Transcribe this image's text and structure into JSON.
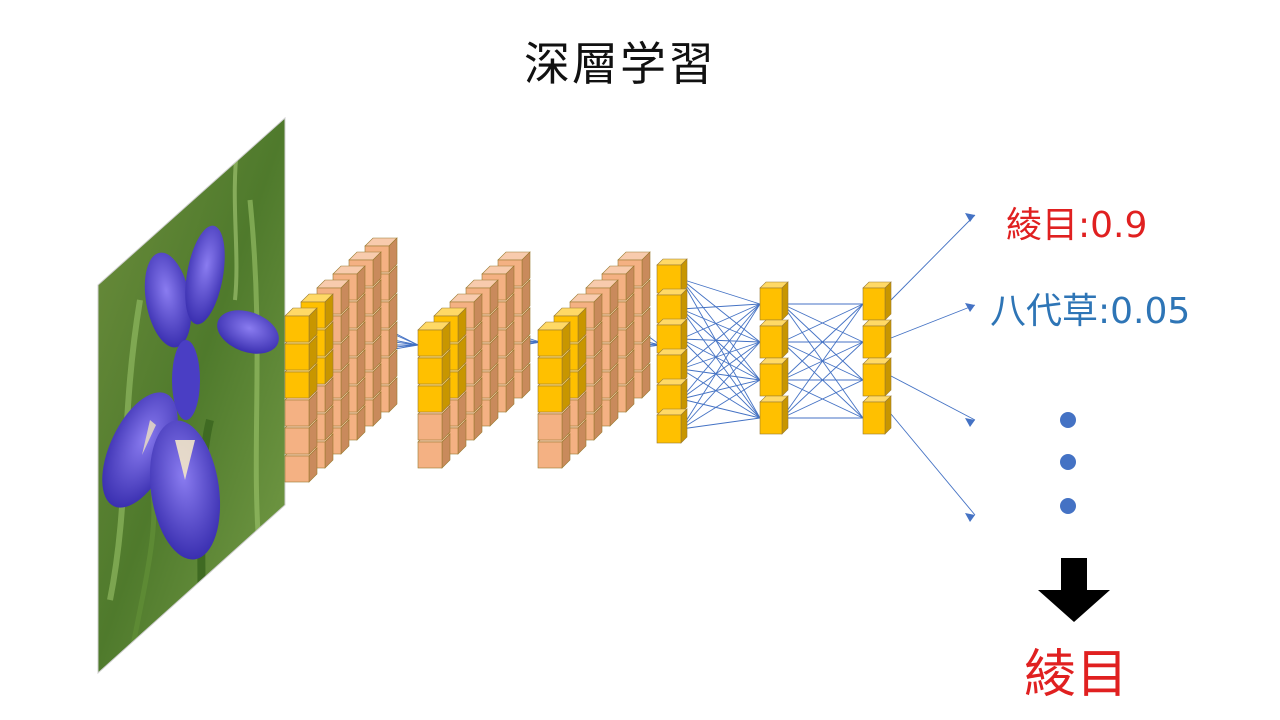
{
  "title": "深層学習",
  "outputs": [
    {
      "label": "綾目:0.9",
      "color": "#e02020"
    },
    {
      "label": "八代草:0.05",
      "color": "#2e75b6"
    }
  ],
  "result": {
    "label": "綾目",
    "color": "#e02020"
  },
  "colors": {
    "connection": "#4472c4",
    "node_front": "#ffc000",
    "node_top": "#ffd966",
    "node_side": "#c89600",
    "feature_front": "#f4b183",
    "feature_top": "#f8cbad",
    "feature_side": "#c98a5c",
    "dot": "#4472c4",
    "arrow": "#000000"
  },
  "icons": {
    "input_image": "iris-flower-photo",
    "result_arrow": "down-arrow-icon"
  }
}
